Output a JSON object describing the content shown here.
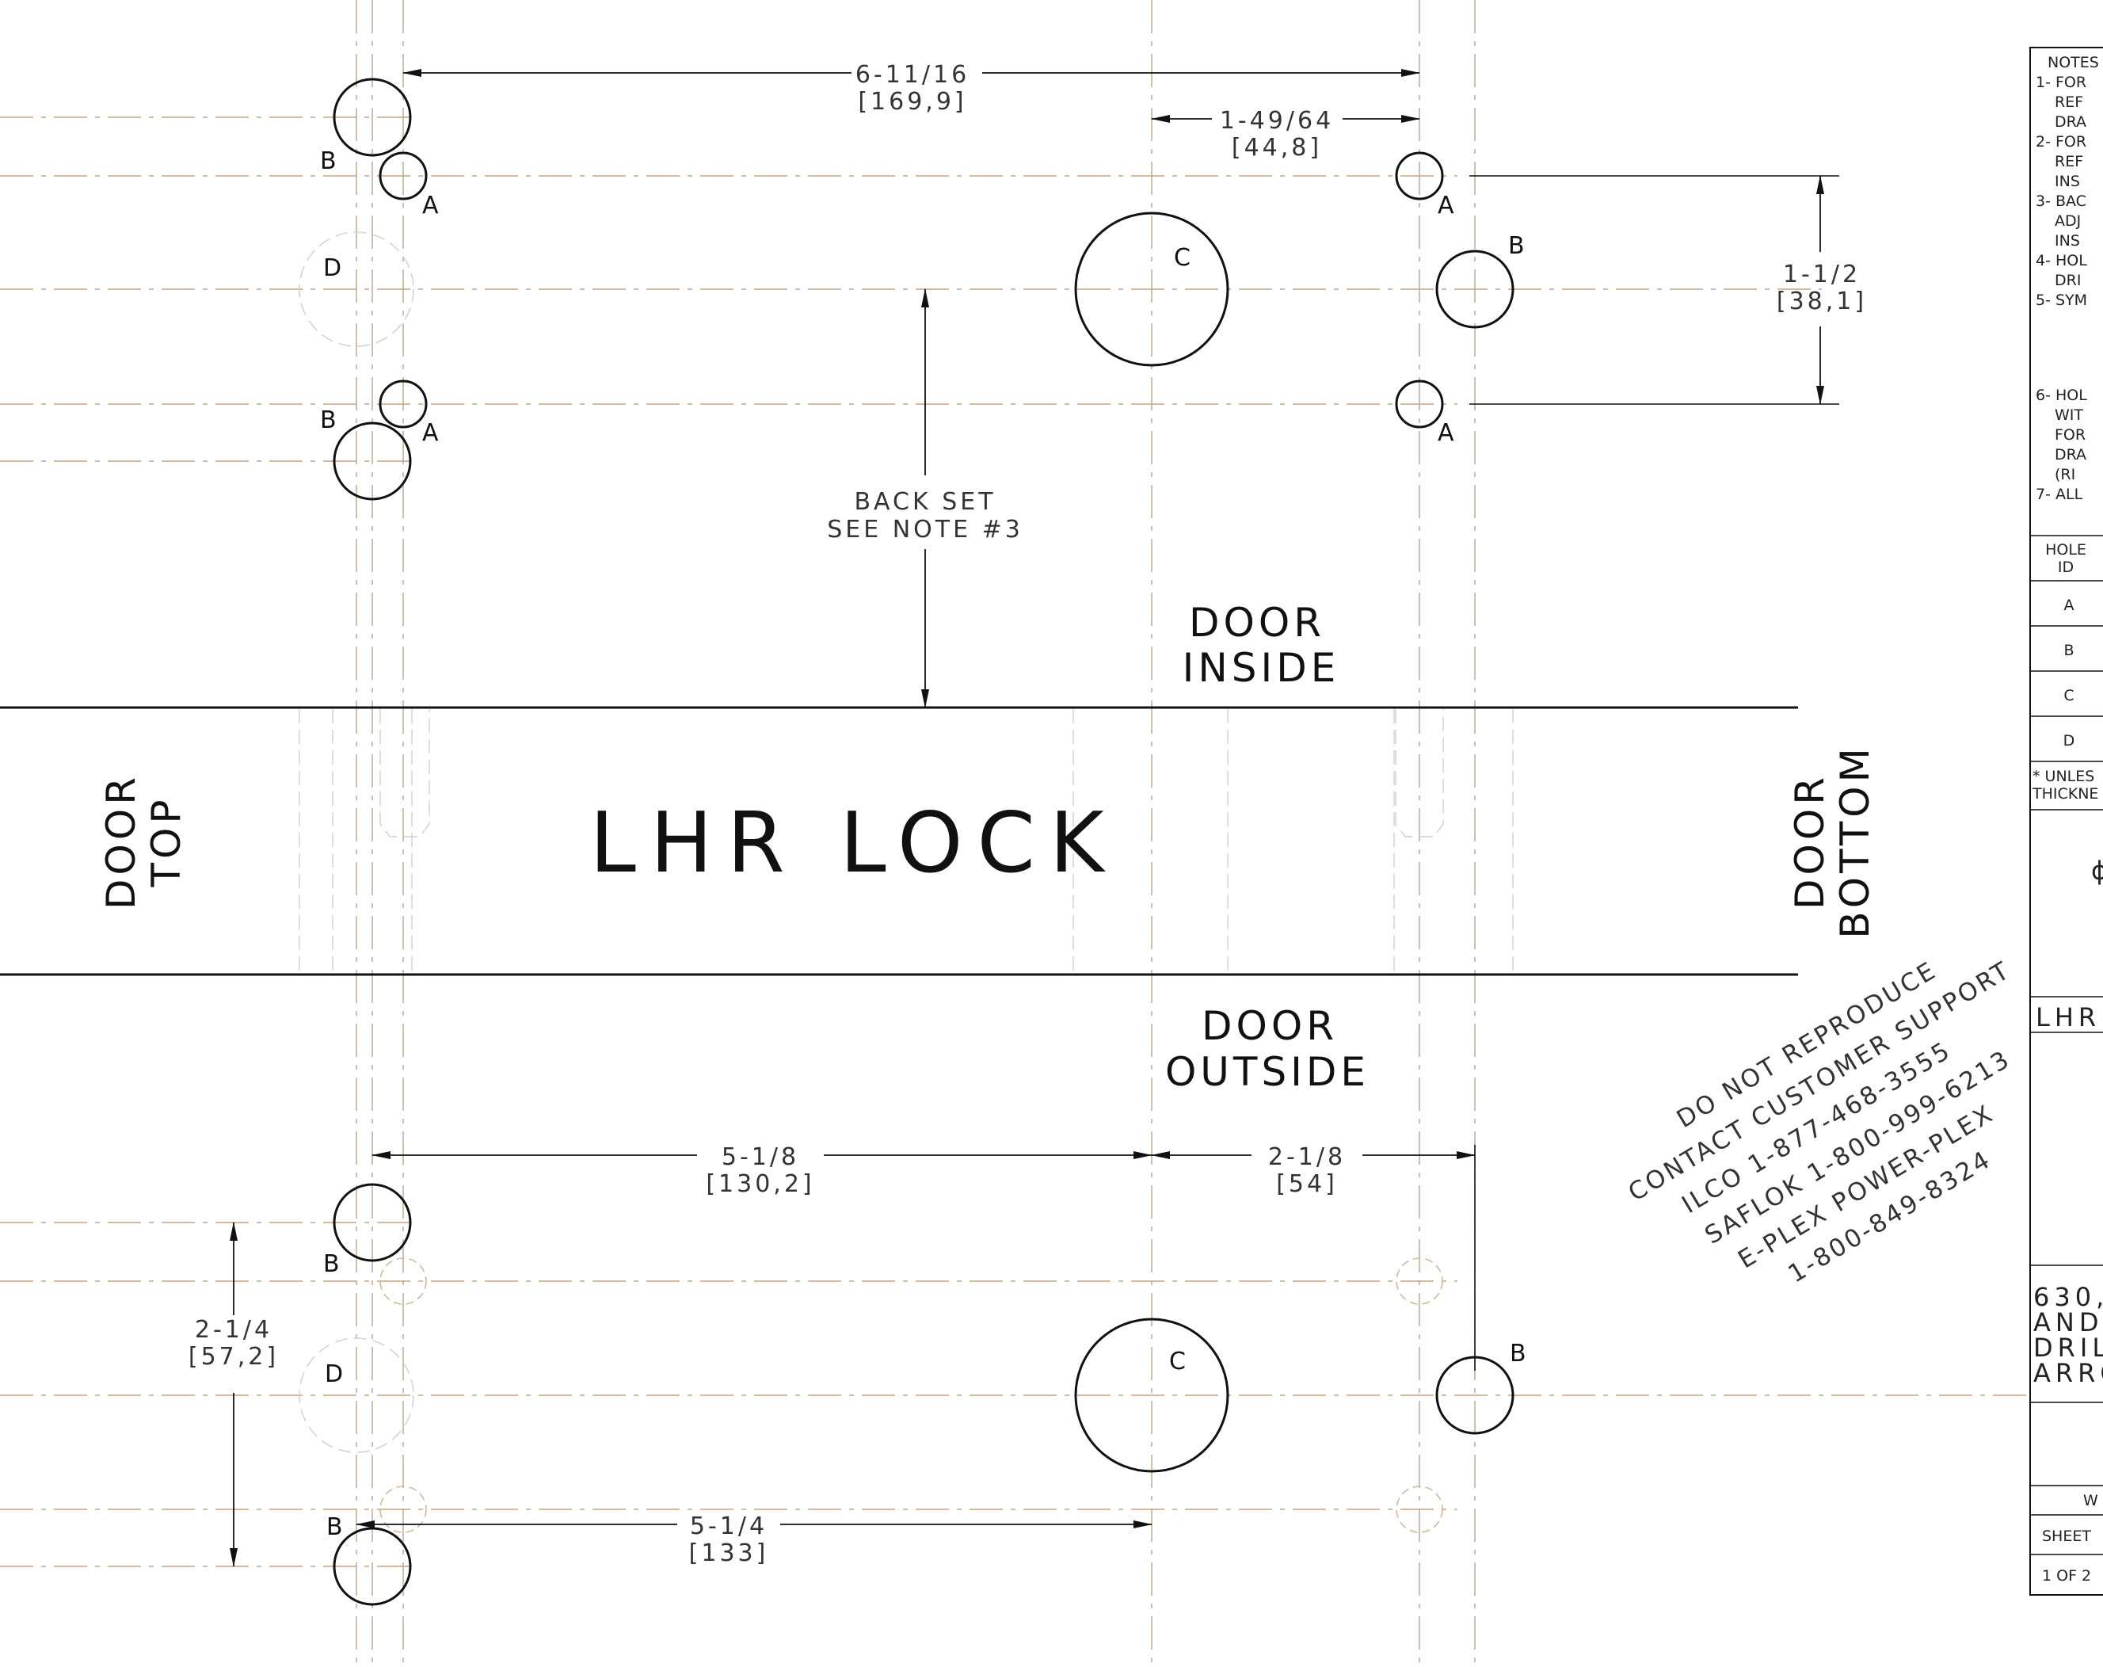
{
  "drawing": {
    "title": "LHR LOCK",
    "door_top": [
      "DOOR",
      "TOP"
    ],
    "door_bottom": [
      "DOOR",
      "BOTTOM"
    ],
    "door_inside": [
      "DOOR",
      "INSIDE"
    ],
    "door_outside": [
      "DOOR",
      "OUTSIDE"
    ],
    "back_set": [
      "BACK SET",
      "SEE NOTE #3"
    ]
  },
  "dimensions": {
    "d1": [
      "6-11/16",
      "[169,9]"
    ],
    "d2": [
      "1-49/64",
      "[44,8]"
    ],
    "d3": [
      "1-1/2",
      "[38,1]"
    ],
    "d4": [
      "5-1/8",
      "[130,2]"
    ],
    "d5": [
      "2-1/8",
      "[54]"
    ],
    "d6": [
      "2-1/4",
      "[57,2]"
    ],
    "d7": [
      "5-1/4",
      "[133]"
    ]
  },
  "hole_labels": {
    "a": "A",
    "b": "B",
    "c": "C",
    "d": "D"
  },
  "watermark": [
    "DO NOT REPRODUCE",
    "CONTACT CUSTOMER SUPPORT",
    "ILCO 1-877-468-3555",
    "SAFLOK 1-800-999-6213",
    "E-PLEX   POWER-PLEX",
    "1-800-849-8324"
  ],
  "title_block": {
    "notes": [
      "NOTES",
      "1- FOR",
      "REF",
      "DRA",
      "2- FOR",
      "REF",
      "INS",
      "3- BAC",
      "ADJ",
      "INS",
      "4- HOL",
      "DRI",
      "5- SYM"
    ],
    "notes2": [
      "6- HOL",
      "WIT",
      "FOR",
      "DRA",
      "(RI",
      "7- ALL"
    ],
    "hole_id_header": [
      "HOLE",
      "ID"
    ],
    "hole_ids": [
      "A",
      "B",
      "C",
      "D"
    ],
    "unless": [
      "* UNLES",
      "THICKNE"
    ],
    "symbol": "ɸ",
    "lhr": "LHR",
    "finish": [
      "630,",
      "AND F",
      "DRILL",
      "ARROW"
    ],
    "wy": "W",
    "sheet_label": "SHEET",
    "sheet_value": "1 OF 2"
  },
  "colors": {
    "line": "#111111",
    "center": "#c9a27e",
    "ghost": "#bdbdbd"
  }
}
